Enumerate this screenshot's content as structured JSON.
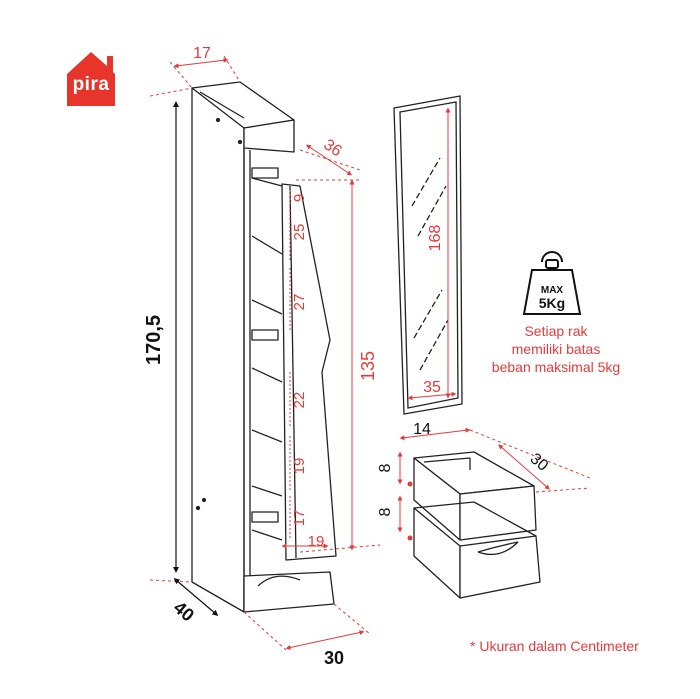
{
  "brand": {
    "name": "pira",
    "color": "#e8352b"
  },
  "colors": {
    "dimension": "#e23b3b",
    "outline": "#222222",
    "dark_dim": "#111111"
  },
  "dimensions": {
    "total_height": "170,5",
    "top_depth": "17",
    "side_depth": "36",
    "base_depth": "40",
    "base_width": "30",
    "rack_height": "135",
    "shelf_gaps": [
      "9",
      "25",
      "27",
      "22",
      "19",
      "17"
    ],
    "bottom_shelf_width": "19",
    "mirror_height": "168",
    "mirror_width": "35",
    "drawer_width": "14",
    "drawer_depth": "30",
    "drawer_height_top": "8",
    "drawer_height_bottom": "8"
  },
  "weight_badge": {
    "max": "MAX",
    "value": "5Kg"
  },
  "caption_lines": [
    "Setiap rak",
    "memiliki batas",
    "beban maksimal 5kg"
  ],
  "footnote": "* Ukuran dalam Centimeter"
}
